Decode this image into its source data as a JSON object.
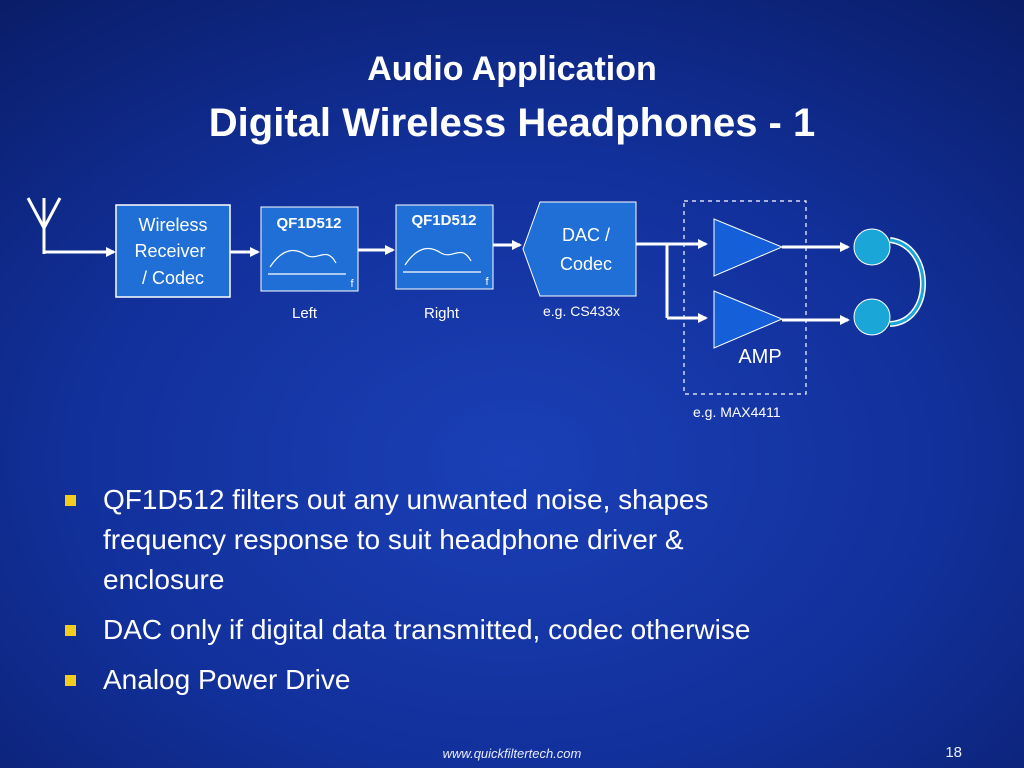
{
  "slide": {
    "title_line1": "Audio Application",
    "title_line2": "Digital Wireless Headphones - 1",
    "footer_url": "www.quickfiltertech.com",
    "page_number": "18"
  },
  "diagram": {
    "receiver": {
      "line1": "Wireless",
      "line2": "Receiver",
      "line3": "/ Codec"
    },
    "filters": [
      {
        "chip": "QF1D512",
        "axis_label": "f",
        "caption": "Left"
      },
      {
        "chip": "QF1D512",
        "axis_label": "f",
        "caption": "Right"
      }
    ],
    "dac": {
      "line1": "DAC /",
      "line2": "Codec",
      "caption": "e.g. CS433x"
    },
    "amp": {
      "label": "AMP",
      "caption": "e.g. MAX4411"
    }
  },
  "bullets": [
    {
      "line1": "QF1D512 filters out any unwanted noise, shapes",
      "line2": "frequency response to suit headphone driver &",
      "line3": "enclosure"
    },
    {
      "line1": "DAC only if digital data transmitted, codec otherwise"
    },
    {
      "line1": "Analog Power Drive"
    }
  ],
  "colors": {
    "block_fill": "#1f6fd6",
    "block_border": "#ffffff",
    "amp_fill": "#1560d8",
    "speaker_fill": "#1aa6d6",
    "bullet_marker": "#f2cc1e"
  }
}
